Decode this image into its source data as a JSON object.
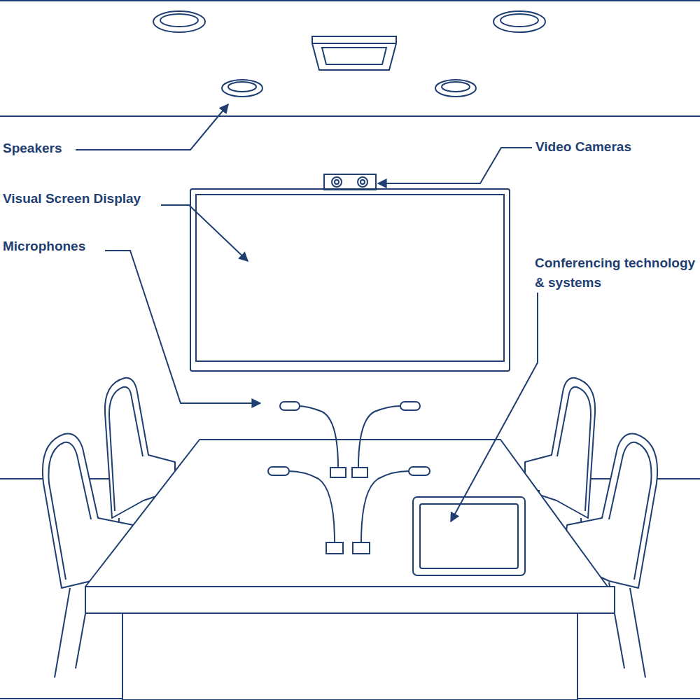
{
  "diagram": {
    "labels": [
      "Speakers",
      "Video Cameras",
      "Visual Screen Display",
      "Microphones",
      "Conferencing technology & systems"
    ]
  }
}
